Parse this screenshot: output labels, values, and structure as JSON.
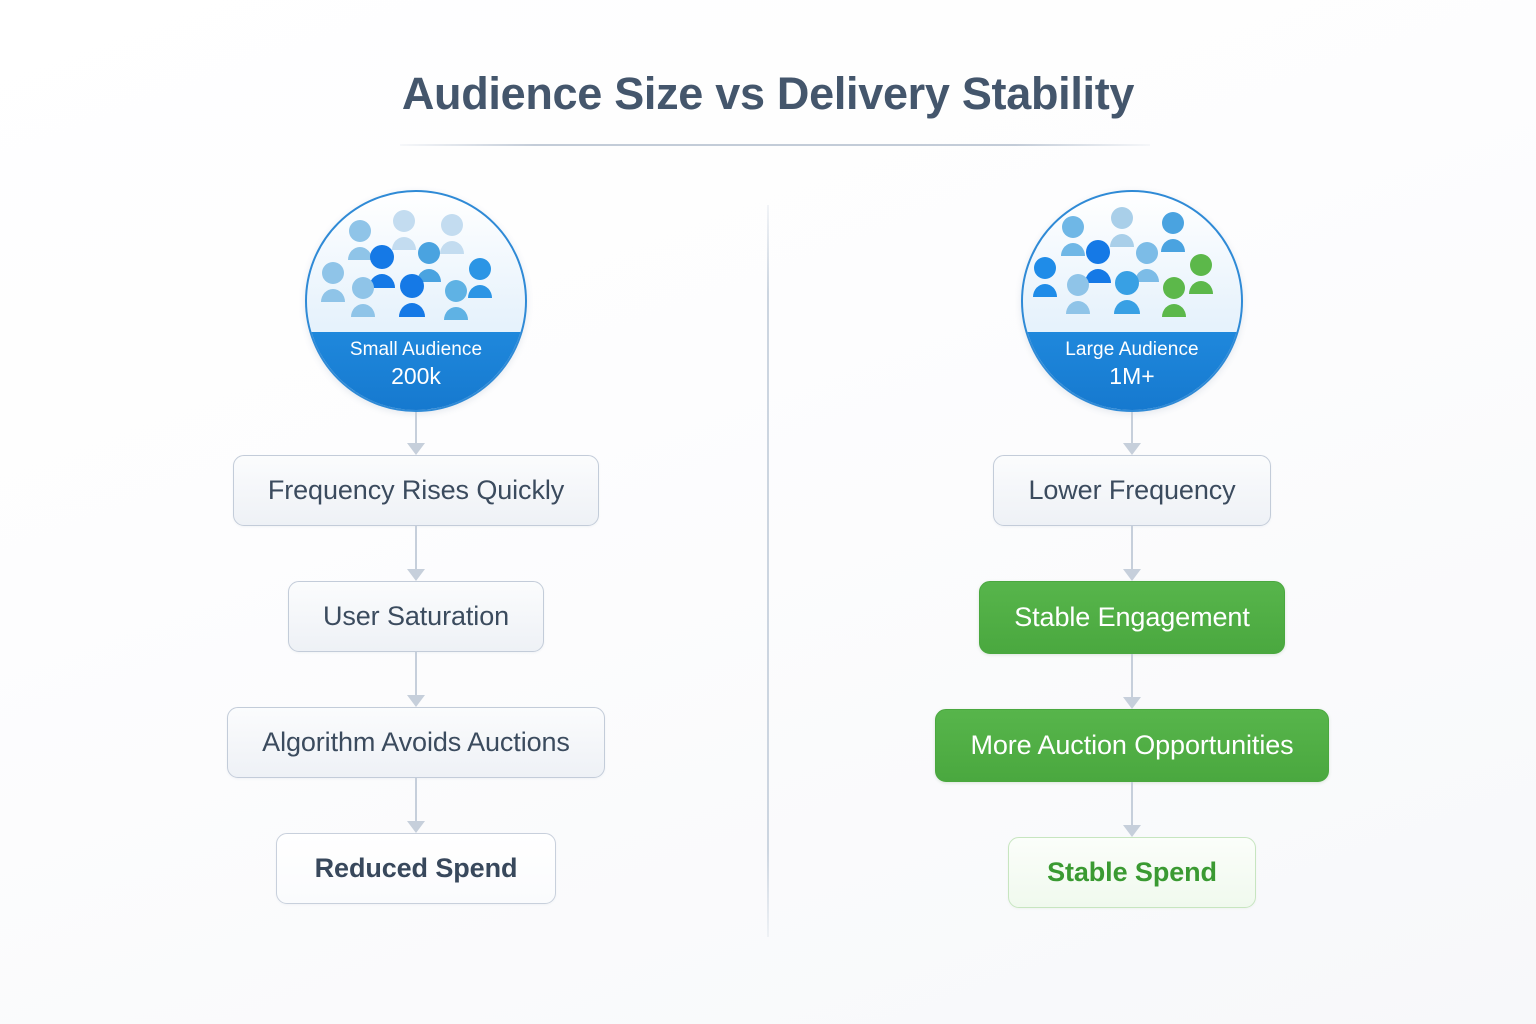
{
  "header": {
    "title": "Audience Size vs Delivery Stability"
  },
  "colors": {
    "title_text": "#44566c",
    "rule": "#c3ccd8",
    "divider": "#ccd5e0",
    "arrow": "#c6cfdb",
    "neutral_box_text": "#3b4b5e",
    "neutral_box_border": "#c3ccd9",
    "green_solid_bg": "#4aa83f",
    "green_solid_text": "#ffffff",
    "green_light_bg": "#f0f9ee",
    "green_light_text": "#3a9a32",
    "badge_band": "#1679cf",
    "badge_ring": "#2f8ad6",
    "person_blue_dark": "#1579e6",
    "person_blue_mid": "#4aa3e0",
    "person_blue_light": "#8fc4e8",
    "person_blue_pale": "#c3dcf0",
    "person_green": "#5cb84a"
  },
  "columns": [
    {
      "side": "left",
      "badge": {
        "label": "Small Audience",
        "value": "200k",
        "people_count": 10,
        "people_palette": [
          "blue_light",
          "blue_pale",
          "blue_pale",
          "blue_dark",
          "blue_mid",
          "blue_mid",
          "blue_light",
          "blue_light",
          "blue_dark",
          "blue_mid"
        ]
      },
      "steps": [
        {
          "label": "Frequency Rises Quickly",
          "style": "neutral"
        },
        {
          "label": "User Saturation",
          "style": "neutral"
        },
        {
          "label": "Algorithm Avoids Auctions",
          "style": "neutral"
        },
        {
          "label": "Reduced Spend",
          "style": "neutral-strong"
        }
      ]
    },
    {
      "side": "right",
      "badge": {
        "label": "Large Audience",
        "value": "1M+",
        "people_count": 10,
        "people_palette": [
          "blue_mid",
          "blue_pale",
          "blue_mid",
          "blue_dark",
          "blue_light",
          "green",
          "blue_dark",
          "blue_light",
          "blue_mid",
          "green"
        ]
      },
      "steps": [
        {
          "label": "Lower Frequency",
          "style": "neutral"
        },
        {
          "label": "Stable Engagement",
          "style": "green-solid"
        },
        {
          "label": "More Auction Opportunities",
          "style": "green-solid"
        },
        {
          "label": "Stable Spend",
          "style": "green-light"
        }
      ]
    }
  ]
}
